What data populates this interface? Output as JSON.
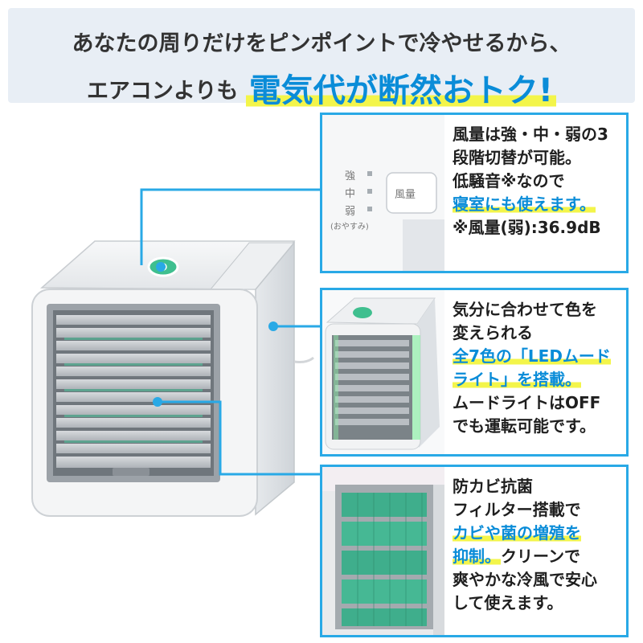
{
  "header": {
    "line1": "あなたの周りだけをピンポイントで冷やせるから、",
    "line2_prefix": "エアコンよりも",
    "line2_highlight": "電気代が断然おトク!"
  },
  "panel1": {
    "photo": {
      "levels": [
        "強",
        "中",
        "弱"
      ],
      "sleep_label": "(おやすみ)",
      "button_label": "風量"
    },
    "text": [
      {
        "t": "風量は強・中・弱の3",
        "hl": false
      },
      {
        "t": "段階切替が可能。",
        "hl": false
      },
      {
        "t": "低騒音※なので",
        "hl": false
      },
      {
        "t": "寝室にも使えます。",
        "hl": true
      },
      {
        "t": "※風量(弱):36.9dB",
        "hl": false
      }
    ]
  },
  "panel2": {
    "text": [
      {
        "t": "気分に合わせて色を",
        "hl": false
      },
      {
        "t": "変えられる",
        "hl": false
      },
      {
        "t": "全7色の「LEDムード",
        "hl": true
      },
      {
        "t": "ライト」を搭載。",
        "hl": true
      },
      {
        "t": "ムードライトはOFF",
        "hl": false
      },
      {
        "t": "でも運転可能です。",
        "hl": false
      }
    ]
  },
  "panel3": {
    "text": [
      {
        "t": "防カビ抗菌",
        "hl": false
      },
      {
        "t": "フィルター搭載で",
        "hl": false
      },
      {
        "t": "カビや菌の増殖を",
        "hl": true
      },
      {
        "t": "抑制。",
        "hl": true,
        "tail": "クリーンで"
      },
      {
        "t": "爽やかな冷風で安心",
        "hl": false
      },
      {
        "t": "して使えます。",
        "hl": false
      }
    ]
  },
  "colors": {
    "accent_blue": "#0a8cd8",
    "frame_blue": "#29a9e6",
    "highlight_yellow": "#f3f54a",
    "header_bg": "#e8eef5",
    "led_green": "#3fbf8f"
  }
}
